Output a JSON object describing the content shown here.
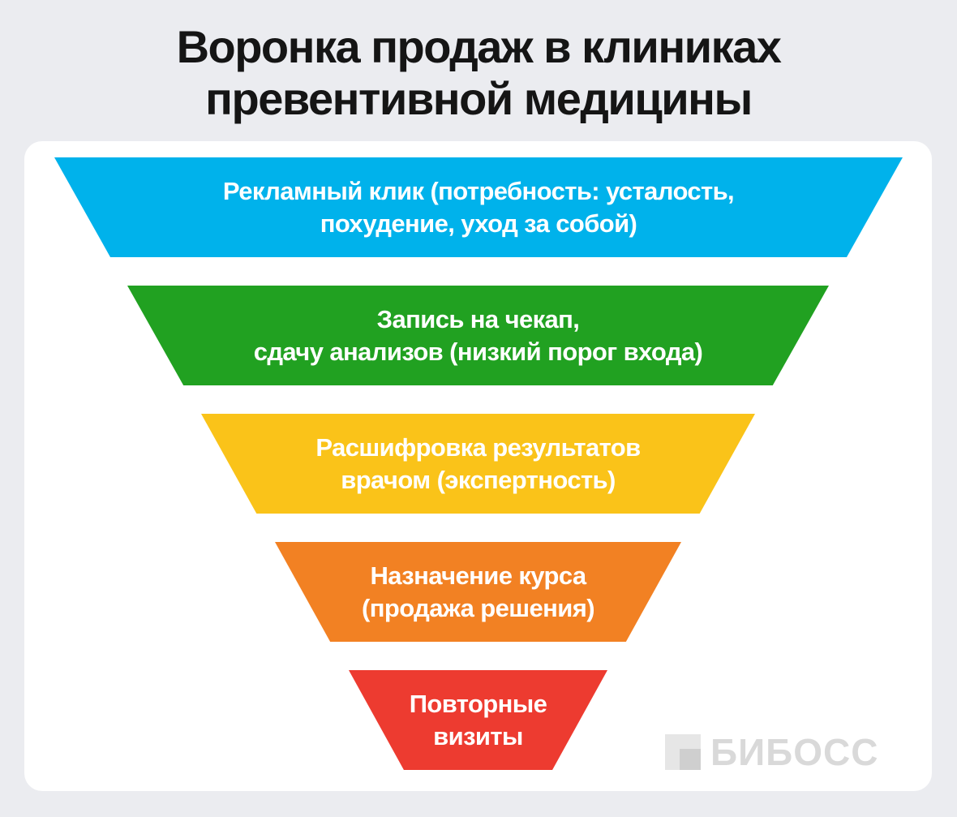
{
  "title": {
    "line1": "Воронка продаж в клиниках",
    "line2": "превентивной медицины"
  },
  "funnel": {
    "stages": [
      {
        "line1": "Рекламный клик (потребность: усталость,",
        "line2": "похудение, уход за собой)",
        "color": "#00b2eb"
      },
      {
        "line1": "Запись на чекап,",
        "line2": "сдачу анализов (низкий порог входа)",
        "color": "#21a121"
      },
      {
        "line1": "Расшифровка результатов",
        "line2": "врачом (экспертность)",
        "color": "#fac319"
      },
      {
        "line1": "Назначение курса",
        "line2": "(продажа решения)",
        "color": "#f28123"
      },
      {
        "line1": "Повторные",
        "line2": "визиты",
        "color": "#ed3b30"
      }
    ]
  },
  "watermark": {
    "text": "БИБОСС",
    "color": "#d9d9d9"
  }
}
